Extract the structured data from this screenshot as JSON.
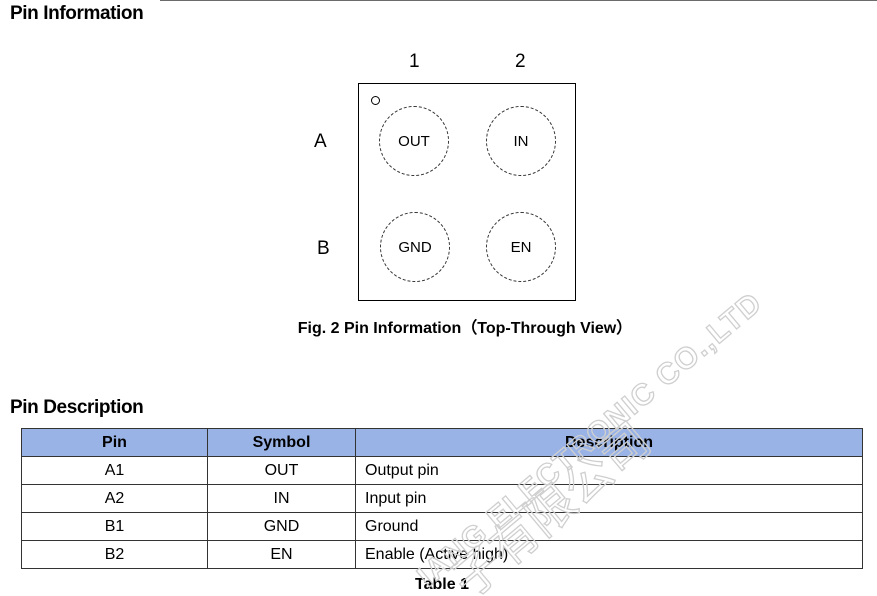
{
  "pin_information": {
    "title": "Pin Information",
    "columns": [
      "1",
      "2"
    ],
    "rows": [
      "A",
      "B"
    ],
    "pins": [
      {
        "id": "A1",
        "symbol": "OUT"
      },
      {
        "id": "A2",
        "symbol": "IN"
      },
      {
        "id": "B1",
        "symbol": "GND"
      },
      {
        "id": "B2",
        "symbol": "EN"
      }
    ],
    "caption": "Fig. 2 Pin Information（Top-Through View）"
  },
  "pin_description": {
    "title": "Pin Description",
    "headers": {
      "pin": "Pin",
      "symbol": "Symbol",
      "description": "Description"
    },
    "rows": [
      {
        "pin": "A1",
        "symbol": "OUT",
        "description": "Output pin"
      },
      {
        "pin": "A2",
        "symbol": "IN",
        "description": "Input pin"
      },
      {
        "pin": "B1",
        "symbol": "GND",
        "description": "Ground"
      },
      {
        "pin": "B2",
        "symbol": "EN",
        "description": "Enable (Active high)"
      }
    ],
    "caption": "Table 1"
  },
  "watermark": {
    "text": "IANG ELECTRONIC CO.,LTD",
    "cjk_text": "子有限公司",
    "color": "#d7d7d7"
  }
}
